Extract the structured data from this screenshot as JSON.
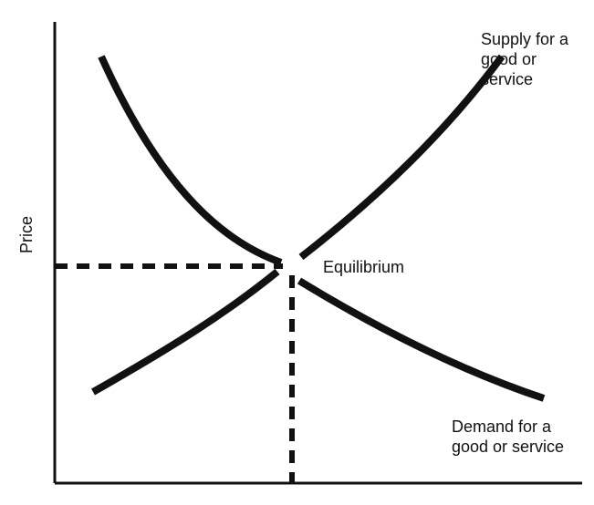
{
  "diagram": {
    "supply_label": "Supply for a good or service",
    "demand_label": "Demand for a good or service",
    "equilibrium_label": "Equilibrium",
    "y_axis_label": "Price"
  }
}
